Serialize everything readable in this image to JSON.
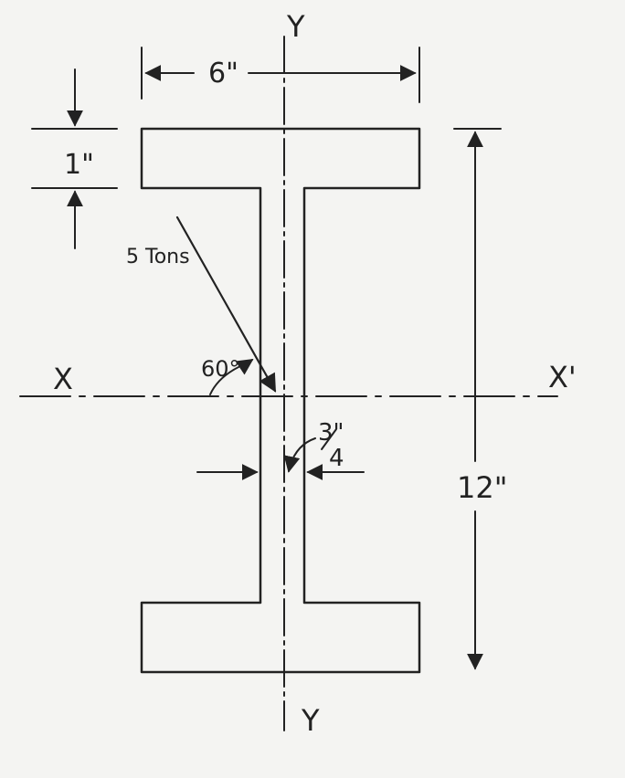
{
  "diagram": {
    "labels": {
      "y_top": "Y",
      "y_bottom": "Y",
      "x_left": "X",
      "x_right": "X'",
      "flange_width": "6\"",
      "flange_thickness": "1\"",
      "total_depth": "12\"",
      "load": "5 Tons",
      "angle": "60°",
      "web_thickness_num": "3\"",
      "web_thickness_den": "4"
    },
    "colors": {
      "ink": "#222222",
      "paper": "#f4f4f2"
    }
  }
}
